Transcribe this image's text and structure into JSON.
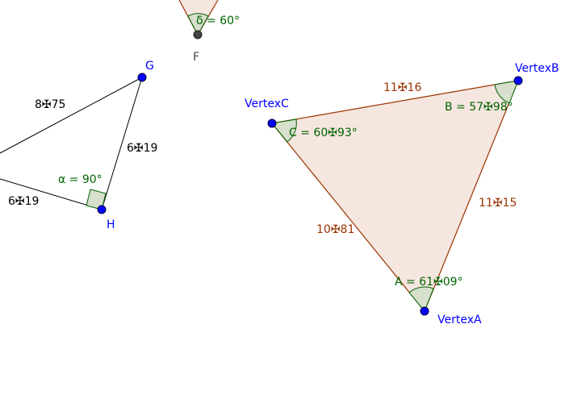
{
  "colors": {
    "point_blue": "#0000ff",
    "point_gray": "#444444",
    "label_blue": "#0000ff",
    "angle_green": "#006400",
    "segment_brown": "#993300",
    "fill_triangle": "#f6e6e0",
    "angle_fill": "#d6e0cc",
    "black": "#000000"
  },
  "points": {
    "F": "F",
    "G": "G",
    "H": "H",
    "vertex_a": "VertexA",
    "vertex_b": "VertexB",
    "vertex_c": "VertexC"
  },
  "angles": {
    "delta": "δ = 60°",
    "alpha": "α = 90°",
    "a": "A = 61✠09°",
    "b": "B = 57✠98°",
    "c": "C = 60✠93°"
  },
  "lengths": {
    "left_gh_top": "8✠75",
    "left_gh": "6✠19",
    "left_bottom": "6✠19",
    "cb": "11✠16",
    "ba": "11✠15",
    "ca": "10✠81"
  }
}
